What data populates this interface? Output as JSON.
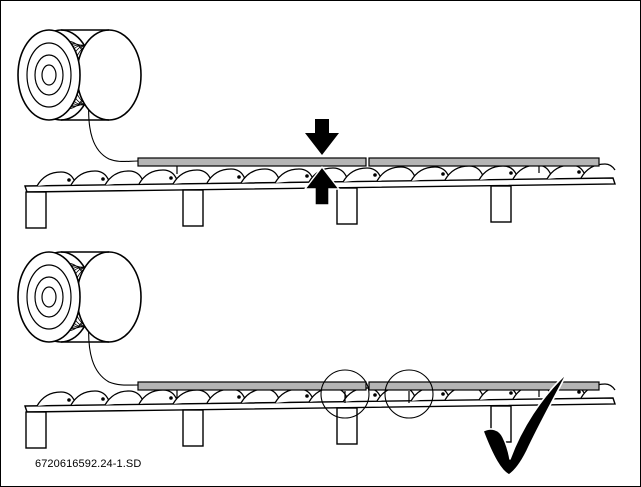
{
  "figure": {
    "document_id": "6720616592.24-1.SD",
    "panels": [
      {
        "name": "measure-sag",
        "step": 1,
        "symbols": [
          "pressure-arrows"
        ]
      },
      {
        "name": "check-result",
        "step": 2,
        "symbols": [
          "detail-circles",
          "checkmark"
        ]
      }
    ],
    "colors": {
      "line": "#000000",
      "rail_fill": "#b5b5b5",
      "arrow_fill": "#000000",
      "background": "#ffffff"
    },
    "icons": [
      "cable-reel-icon",
      "down-arrow-icon",
      "up-arrow-icon",
      "checkmark-icon"
    ]
  }
}
